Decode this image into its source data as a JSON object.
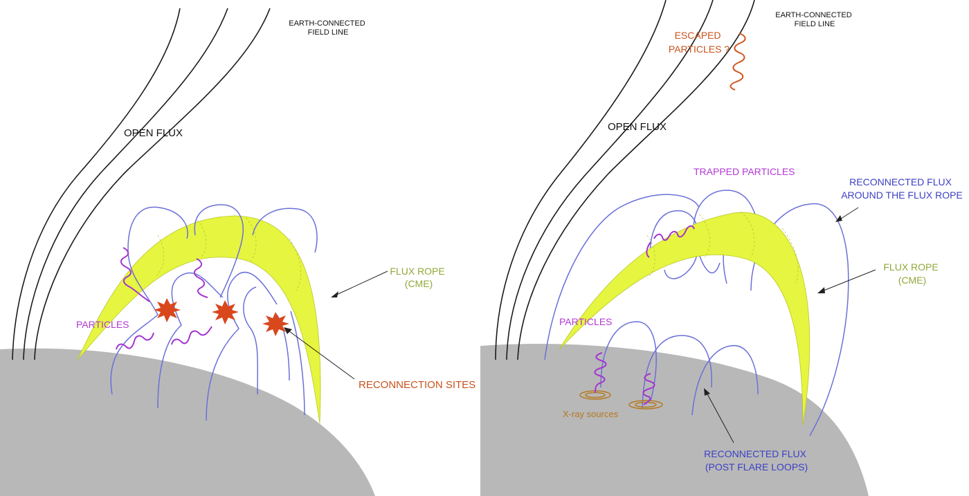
{
  "left_panel": {
    "earth_connected_label": [
      "EARTH-CONNECTED",
      "FIELD LINE"
    ],
    "open_flux_label": "OPEN FLUX",
    "flux_rope_label": [
      "FLUX ROPE",
      "(CME)"
    ],
    "particles_label": "PARTICLES",
    "reconnection_sites_label": "RECONNECTION SITES"
  },
  "right_panel": {
    "earth_connected_label": [
      "EARTH-CONNECTED",
      "FIELD LINE"
    ],
    "escaped_particles_label": [
      "ESCAPED",
      "PARTICLES ?"
    ],
    "open_flux_label": "OPEN FLUX",
    "trapped_particles_label": "TRAPPED PARTICLES",
    "reconnected_flux_rope_label": [
      "RECONNECTED FLUX",
      "AROUND THE FLUX ROPE"
    ],
    "flux_rope_label": [
      "FLUX ROPE",
      "(CME)"
    ],
    "particles_label": "PARTICLES",
    "xray_sources_label": "X-ray sources",
    "reconnected_flux_loops_label": [
      "RECONNECTED FLUX",
      "(POST FLARE LOOPS)"
    ]
  },
  "colors": {
    "sun_surface": "#b8b8b8",
    "flux_rope": "#e6f53f",
    "field_lines": "#6a6fd8",
    "open_flux": "#1a1a1a",
    "particles": "#a335d0",
    "reconnection": "#d9471c",
    "escaped": "#d0571f",
    "xray": "#b5791f"
  }
}
